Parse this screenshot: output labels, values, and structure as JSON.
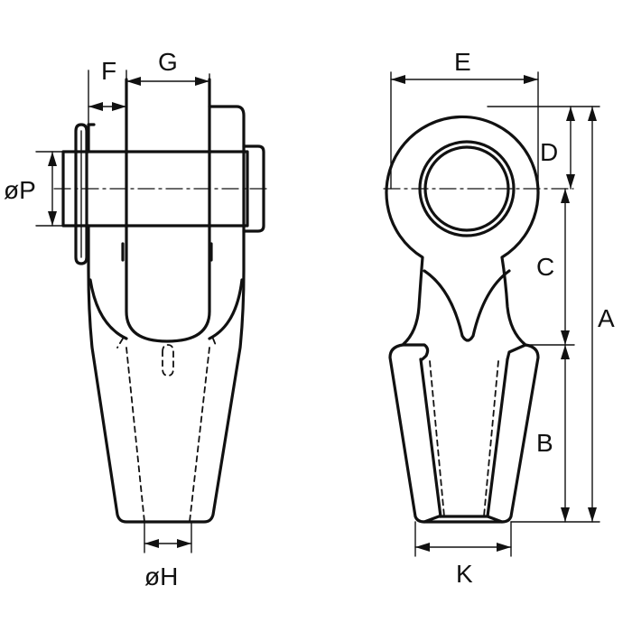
{
  "labels": {
    "F": "F",
    "G": "G",
    "P": "øP",
    "H": "øH",
    "E": "E",
    "D": "D",
    "C": "C",
    "B": "B",
    "A": "A",
    "K": "K"
  }
}
